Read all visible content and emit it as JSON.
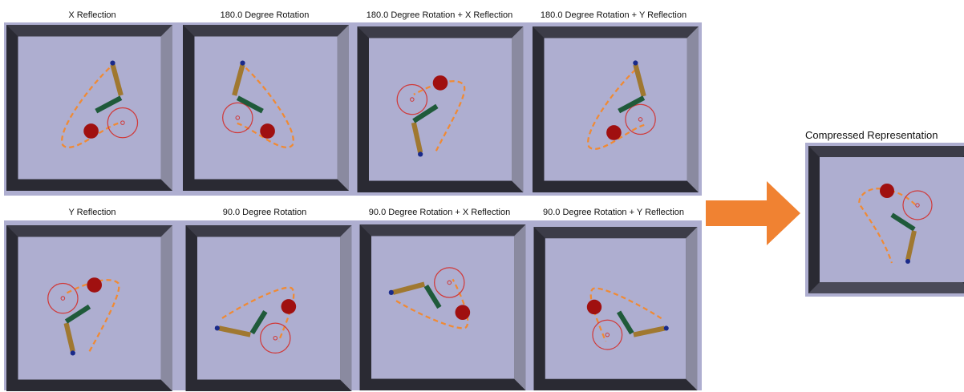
{
  "colors": {
    "frame_dark": "#2a2a33",
    "frame_mid": "#4a4a58",
    "frame_light": "#8a8aa0",
    "floor": "#aeaed0",
    "orange": "#f08a34",
    "green_link": "#1f5a3a",
    "tan_link": "#a07830",
    "blue_tip": "#1a2a8a",
    "red_ball": "#a01010",
    "target_ring": "#d03a3a",
    "arrow": "#f08232"
  },
  "top_row_labels": [
    "X Reflection",
    "180.0  Degree Rotation",
    "180.0  Degree Rotation + X Reflection",
    "180.0  Degree Rotation + Y Reflection"
  ],
  "bottom_row_labels": [
    "Y Reflection",
    "90.0  Degree Rotation",
    "90.0  Degree Rotation + X Reflection",
    "90.0  Degree Rotation + Y Reflection"
  ],
  "compressed_label": "Compressed Representation",
  "arrow_icon": "right-arrow-icon"
}
